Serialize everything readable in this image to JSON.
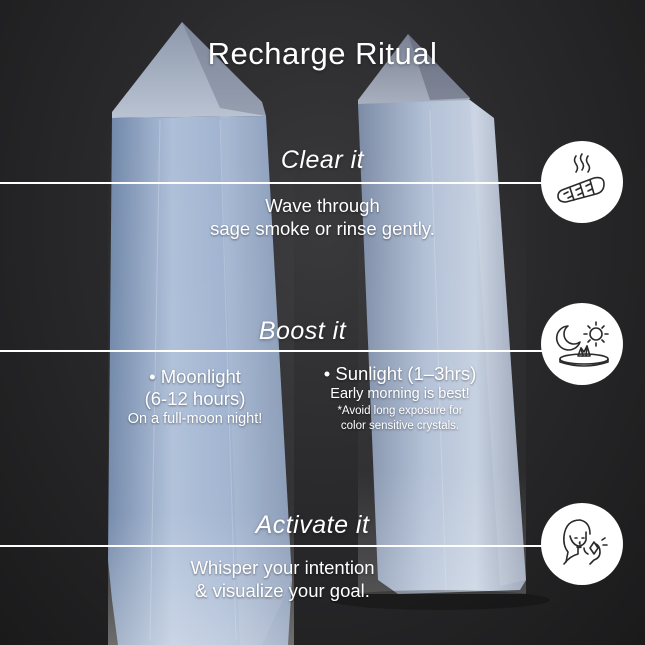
{
  "title": "Recharge Ritual",
  "steps": [
    {
      "heading": "Clear it",
      "icon": "sage-smudge-icon",
      "lines": [
        "Wave through",
        "sage smoke or rinse gently."
      ]
    },
    {
      "heading": "Boost it",
      "icon": "moon-sun-crystal-icon",
      "moonlight": {
        "title": "• Moonlight",
        "duration": "(6-12 hours)",
        "note": "On a full-moon night!"
      },
      "sunlight": {
        "title": "• Sunlight (1–3hrs)",
        "note": "Early morning is best!",
        "warning_1": "*Avoid long exposure for",
        "warning_2": "color sensitive crystals."
      }
    },
    {
      "heading": "Activate it",
      "icon": "whisper-intention-icon",
      "lines": [
        "Whisper your intention",
        "& visualize your goal."
      ]
    }
  ],
  "colors": {
    "text": "#ffffff",
    "background": "#2a2a2c",
    "crystal": "#aebfd6",
    "icon_circle": "#ffffff",
    "icon_stroke": "#2a2a2a"
  }
}
